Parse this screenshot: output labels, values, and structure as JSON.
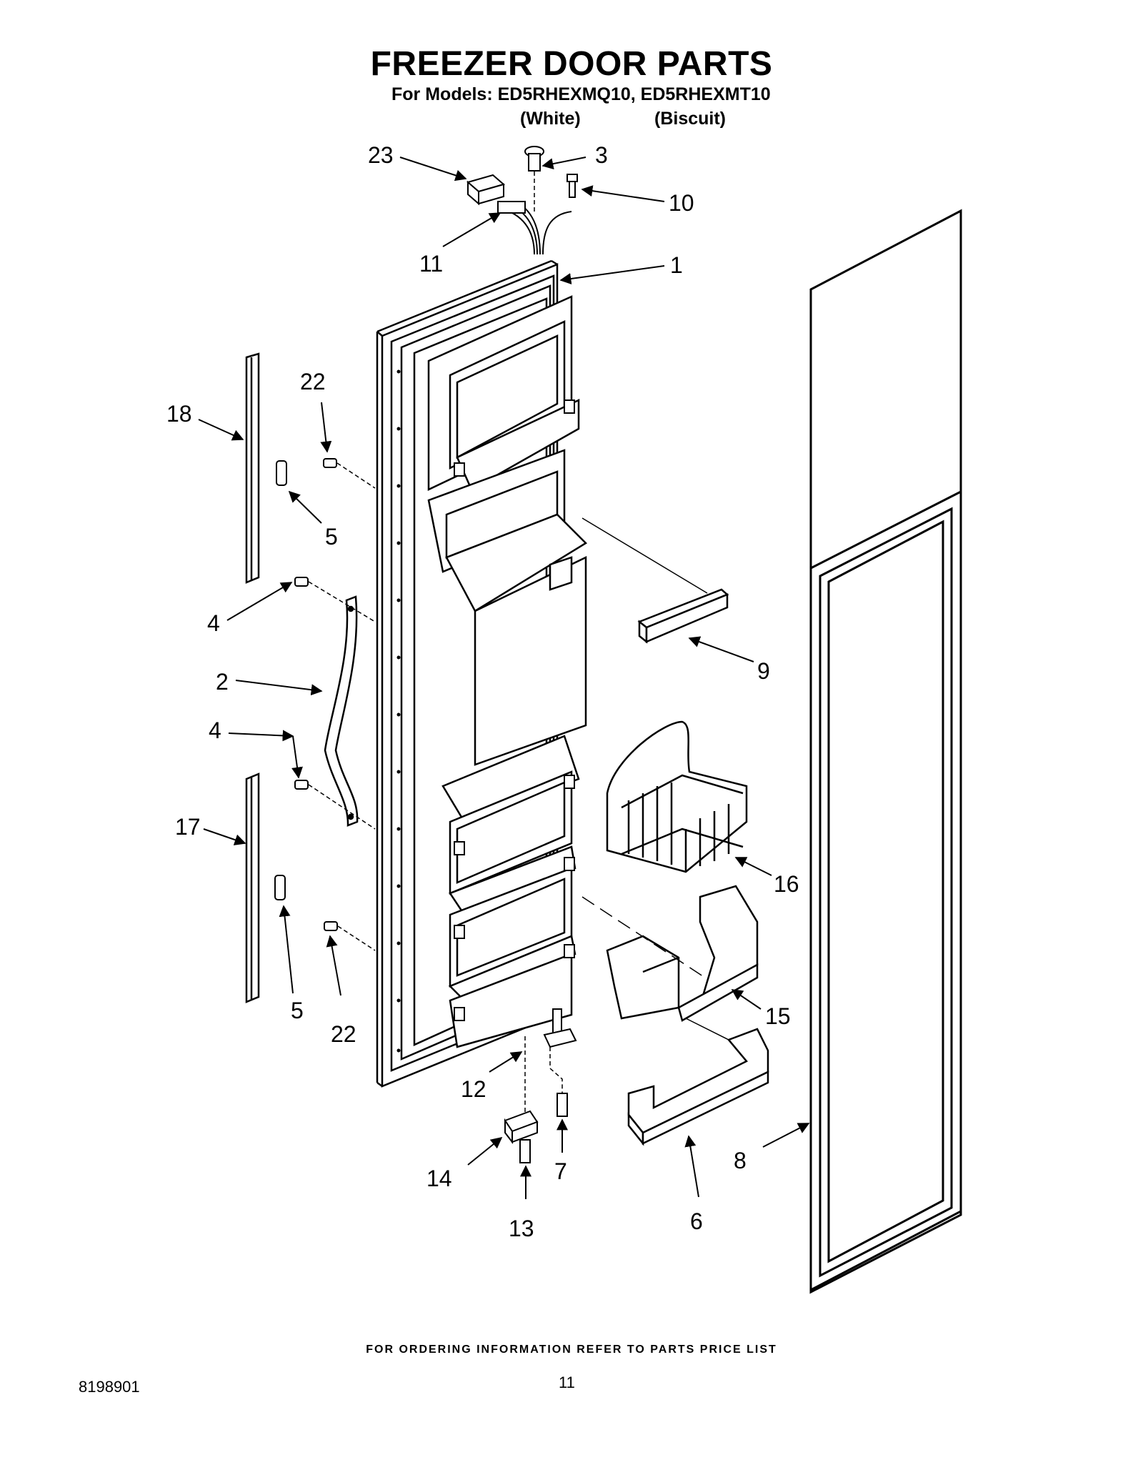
{
  "header": {
    "title": "FREEZER DOOR PARTS",
    "models_line": "For Models: ED5RHEXMQ10, ED5RHEXMT10",
    "variant_white": "(White)",
    "variant_biscuit": "(Biscuit)"
  },
  "callouts": {
    "p1": "1",
    "p2": "2",
    "p3": "3",
    "p4a": "4",
    "p4b": "4",
    "p5a": "5",
    "p5b": "5",
    "p6": "6",
    "p7": "7",
    "p8": "8",
    "p9": "9",
    "p10": "10",
    "p11": "11",
    "p12": "12",
    "p13": "13",
    "p14": "14",
    "p15": "15",
    "p16": "16",
    "p17": "17",
    "p18": "18",
    "p22a": "22",
    "p22b": "22",
    "p23": "23"
  },
  "footer": {
    "ordering_note": "FOR ORDERING INFORMATION REFER TO PARTS PRICE LIST",
    "document_number": "8198901",
    "page_number": "11"
  }
}
